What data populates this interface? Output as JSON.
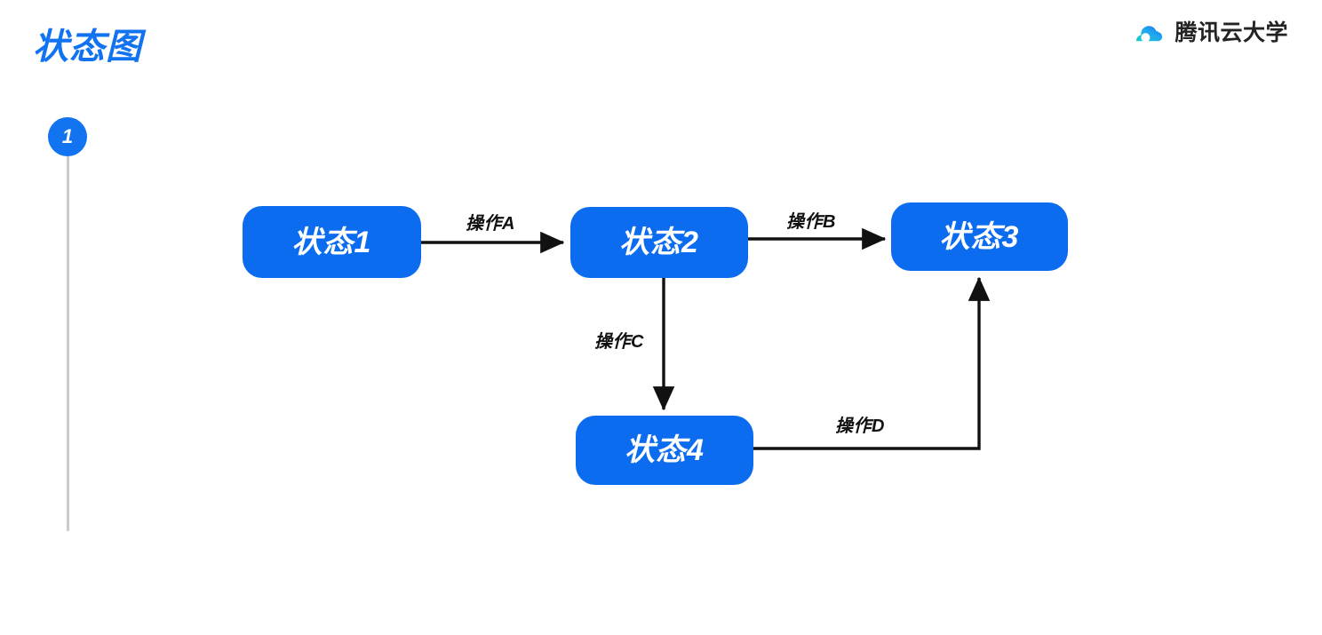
{
  "header": {
    "title": "状态图",
    "title_color": "#1273f0",
    "brand": {
      "name": "腾讯云大学",
      "icon": "cloud-icon",
      "icon_gradient_start": "#12d2c3",
      "icon_gradient_end": "#1273f0"
    }
  },
  "step_marker": {
    "number": "1",
    "color": "#1273f0",
    "rail_color": "#c9cccf"
  },
  "diagram": {
    "type": "state-diagram",
    "node_color": "#0b6cf0",
    "node_text_color": "#ffffff",
    "edge_color": "#111111",
    "nodes": [
      {
        "id": "s1",
        "label": "状态1"
      },
      {
        "id": "s2",
        "label": "状态2"
      },
      {
        "id": "s3",
        "label": "状态3"
      },
      {
        "id": "s4",
        "label": "状态4"
      }
    ],
    "edges": [
      {
        "id": "a",
        "from": "s1",
        "to": "s2",
        "label": "操作A"
      },
      {
        "id": "b",
        "from": "s2",
        "to": "s3",
        "label": "操作B"
      },
      {
        "id": "c",
        "from": "s2",
        "to": "s4",
        "label": "操作C"
      },
      {
        "id": "d",
        "from": "s4",
        "to": "s3",
        "label": "操作D"
      }
    ]
  }
}
